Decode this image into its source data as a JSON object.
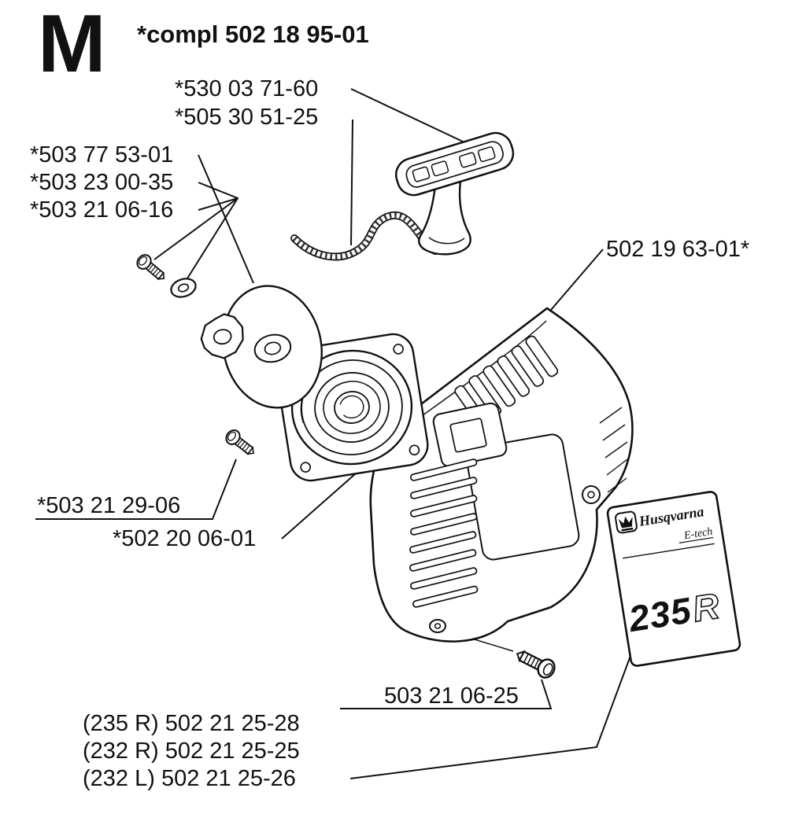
{
  "page": {
    "section_letter": "M",
    "title": "*compl 502 18 95-01"
  },
  "part_labels": {
    "handle": "*530 03 71-60",
    "rope": "*505 30 51-25",
    "screw_pulley": "*503 77 53-01",
    "washer": "*503 23 00-35",
    "screw_pawl": "*503 21 06-16",
    "housing": "502 19 63-01*",
    "screw_cup": "*503 21 29-06",
    "cup": "*502 20 06-01",
    "screw_housing": "503 21 06-25",
    "decal_235r": "(235 R) 502 21 25-28",
    "decal_232r": "(232 R) 502 21 25-25",
    "decal_232l": "(232 L) 502 21 25-26"
  },
  "decal": {
    "brand": "Husqvarna",
    "series": "E-tech",
    "model_number": "235",
    "model_letter": "R"
  },
  "colors": {
    "ink": "#111111",
    "paper": "#ffffff"
  }
}
